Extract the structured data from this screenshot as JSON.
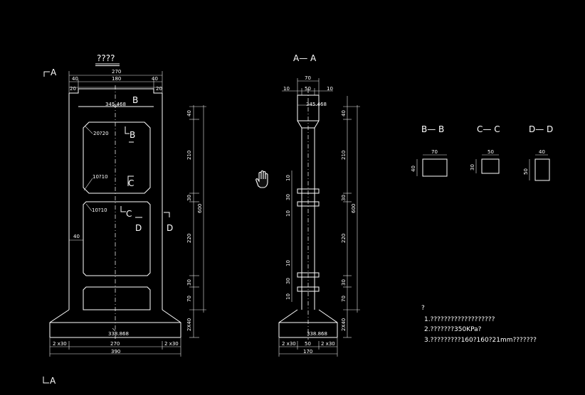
{
  "front_view": {
    "title": "????",
    "sec_a_top": "A",
    "sec_a_bottom": "A",
    "dim_total_width": "270",
    "dim_left_40": "40",
    "dim_mid_180": "180",
    "dim_right_40": "40",
    "dim_left_20": "20",
    "dim_right_20": "20",
    "elev_top": "345.468",
    "elev_bottom": "338.868",
    "label_b": "B",
    "label_b2": "B",
    "label_c": "C",
    "label_c2": "C",
    "label_d": "D",
    "label_d2": "D",
    "chamfer_1": "20?20",
    "chamfer_2": "10?10",
    "chamfer_3": "10?10",
    "dim_40_side": "40",
    "v_40": "40",
    "v_210": "210",
    "v_30": "30",
    "v_220": "220",
    "v_30b": "30",
    "v_70": "70",
    "v_2x40": "2X40",
    "v_total": "600",
    "base_left": "2 x30",
    "base_mid": "270",
    "base_right": "2 x30",
    "base_total": "390"
  },
  "side_view": {
    "title": "A— A",
    "dim_top_70": "70",
    "dim_10_left": "10",
    "dim_50": "50",
    "dim_10_right": "10",
    "elev_top": "345.468",
    "elev_bottom": "338.868",
    "l_10a": "10",
    "l_30a": "30",
    "l_10b": "10",
    "l_10c": "10",
    "l_30b": "30",
    "l_10d": "10",
    "v_40": "40",
    "v_210": "210",
    "v_30": "30",
    "v_220": "220",
    "v_30b": "30",
    "v_70": "70",
    "v_2x40": "2X40",
    "v_total": "600",
    "base_left": "2 x30",
    "base_mid": "50",
    "base_right": "2 x30",
    "base_total": "170"
  },
  "sections": {
    "bb_title": "B— B",
    "bb_w": "70",
    "bb_h": "40",
    "cc_title": "C— C",
    "cc_w": "50",
    "cc_h": "30",
    "dd_title": "D— D",
    "dd_w": "40",
    "dd_h": "50"
  },
  "notes": {
    "head": "?",
    "line1": "1.???????????????????",
    "line2": "2.???????350KPa?",
    "line3": "3.?????????160?160?21mm???????"
  },
  "cursor": {
    "icon": "hand-cursor-icon"
  }
}
